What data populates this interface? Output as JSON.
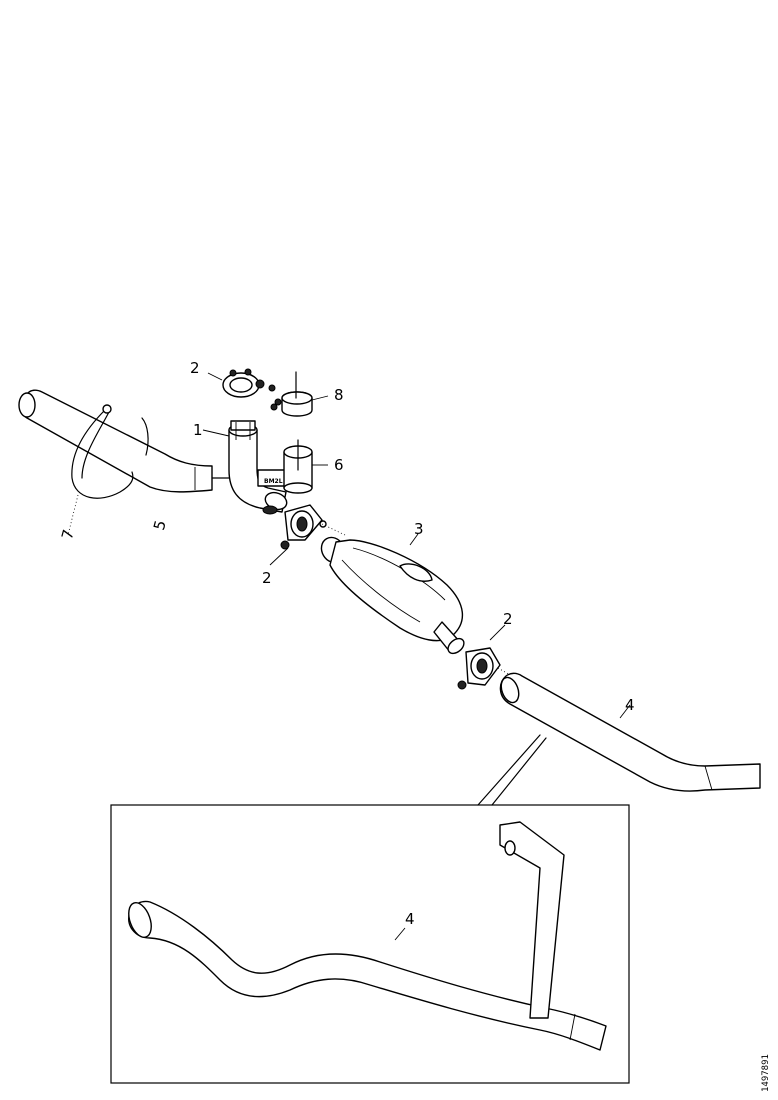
{
  "labels": {
    "p1": "1",
    "p2a": "2",
    "p2b": "2",
    "p2c": "2",
    "p3": "3",
    "p4": "4",
    "p4_inset": "4",
    "p5": "5",
    "p6": "6",
    "p7": "7",
    "p8": "8"
  },
  "drawing_ref": "1497891"
}
